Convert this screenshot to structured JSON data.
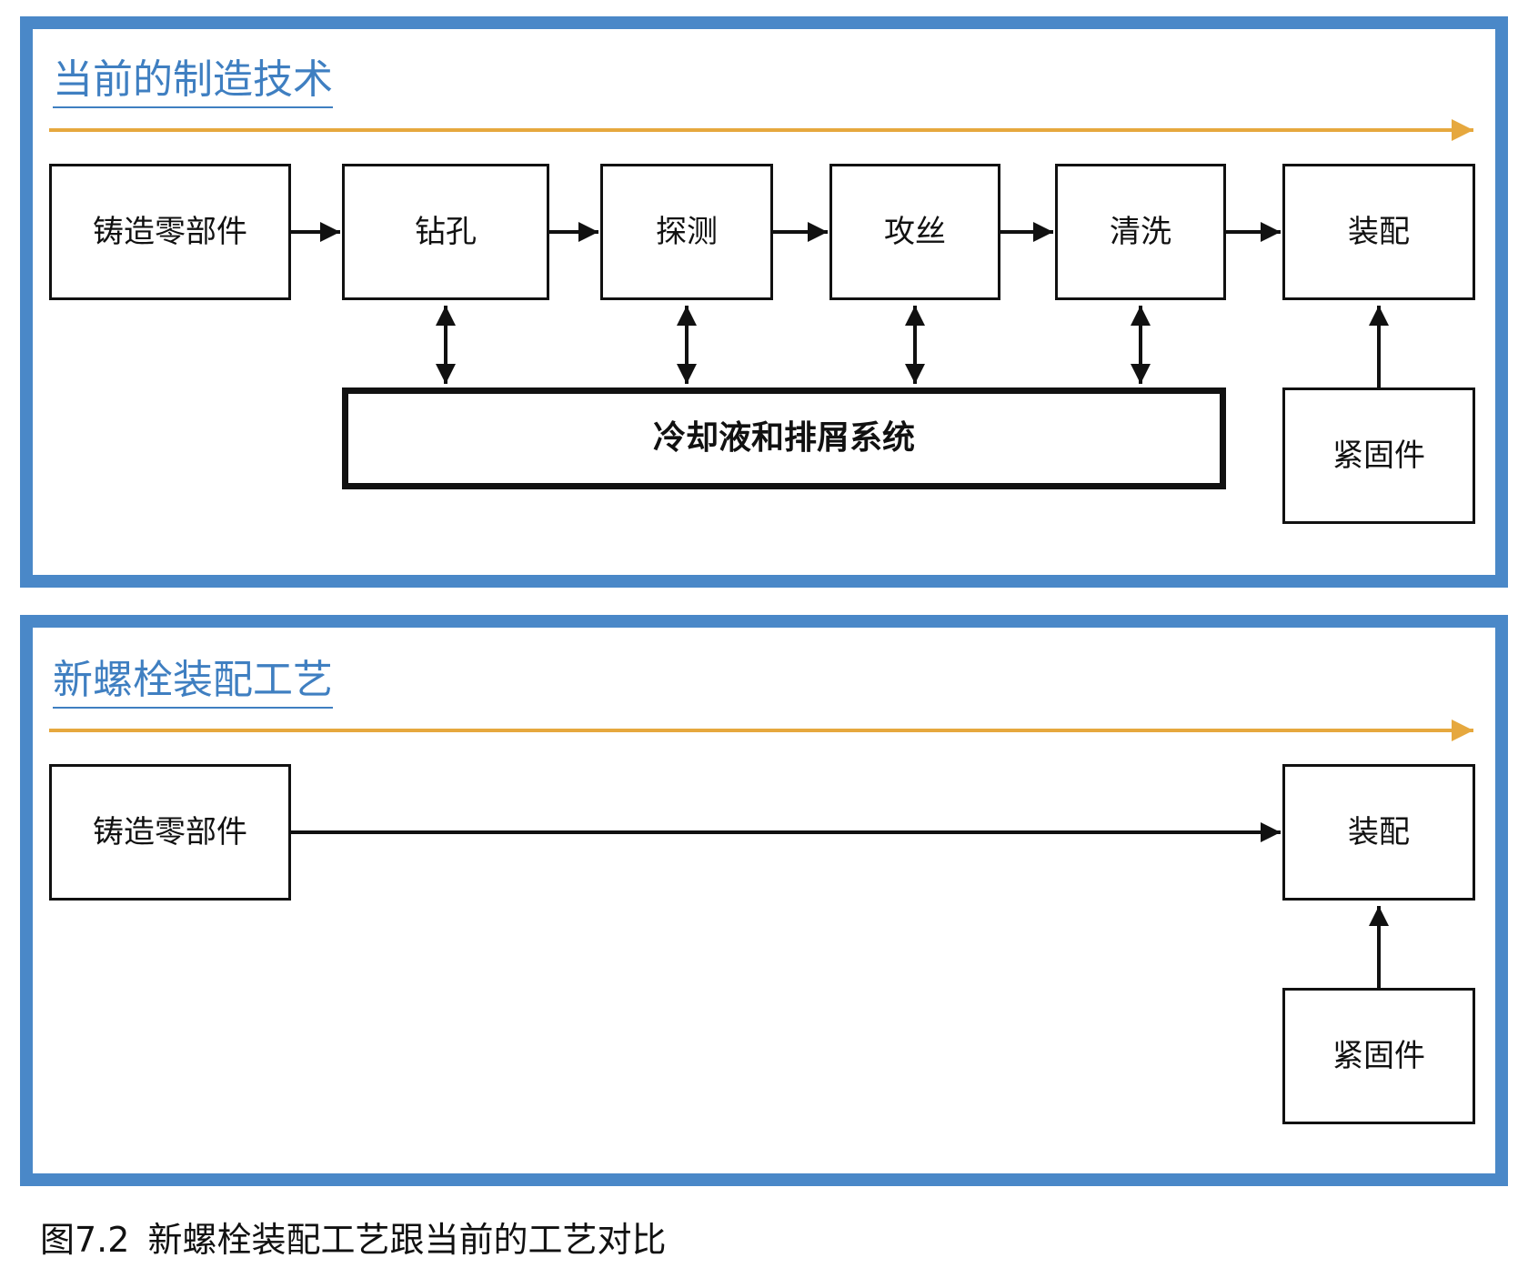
{
  "colors": {
    "panel_border": "#4a88c8",
    "title_text": "#3f7fc1",
    "timeline_arrow": "#e6a83e",
    "box_border": "#111111",
    "arrow": "#111111"
  },
  "current": {
    "title": "当前的制造技术",
    "steps": [
      "铸造零部件",
      "钻孔",
      "探测",
      "攻丝",
      "清洗",
      "装配"
    ],
    "coolant": "冷却液和排屑系统",
    "fastener": "紧固件"
  },
  "new_process": {
    "title": "新螺栓装配工艺",
    "steps": [
      "铸造零部件",
      "装配"
    ],
    "fastener": "紧固件"
  },
  "caption": {
    "number": "图7.2",
    "text": "新螺栓装配工艺跟当前的工艺对比"
  }
}
